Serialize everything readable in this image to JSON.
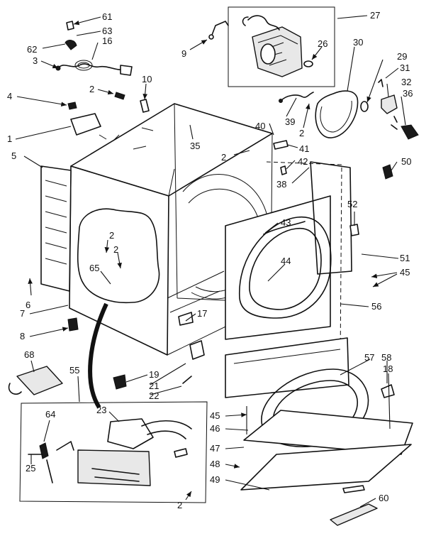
{
  "part_numbers": {
    "p61": "61",
    "p63": "63",
    "p62": "62",
    "p16": "16",
    "p3": "3",
    "p27": "27",
    "p9": "9",
    "p26": "26",
    "p30": "30",
    "p29": "29",
    "p31": "31",
    "p32": "32",
    "p36": "36",
    "p2a": "2",
    "p10": "10",
    "p4": "4",
    "p1": "1",
    "p5": "5",
    "p35": "35",
    "p40": "40",
    "p39": "39",
    "p2b": "2",
    "p2c": "2",
    "p41": "41",
    "p42": "42",
    "p38": "38",
    "p50": "50",
    "p52": "52",
    "p43": "43",
    "p44": "44",
    "p51": "51",
    "p45a": "45",
    "p2d": "2",
    "p2e": "2",
    "p65": "65",
    "p6": "6",
    "p7": "7",
    "p8": "8",
    "p17": "17",
    "p56": "56",
    "p68": "68",
    "p55": "55",
    "p19": "19",
    "p21": "21",
    "p22": "22",
    "p57": "57",
    "p58": "58",
    "p18": "18",
    "p23": "23",
    "p64": "64",
    "p25": "25",
    "p2f": "2",
    "p45b": "45",
    "p46": "46",
    "p47": "47",
    "p48": "48",
    "p49": "49",
    "p60": "60"
  }
}
